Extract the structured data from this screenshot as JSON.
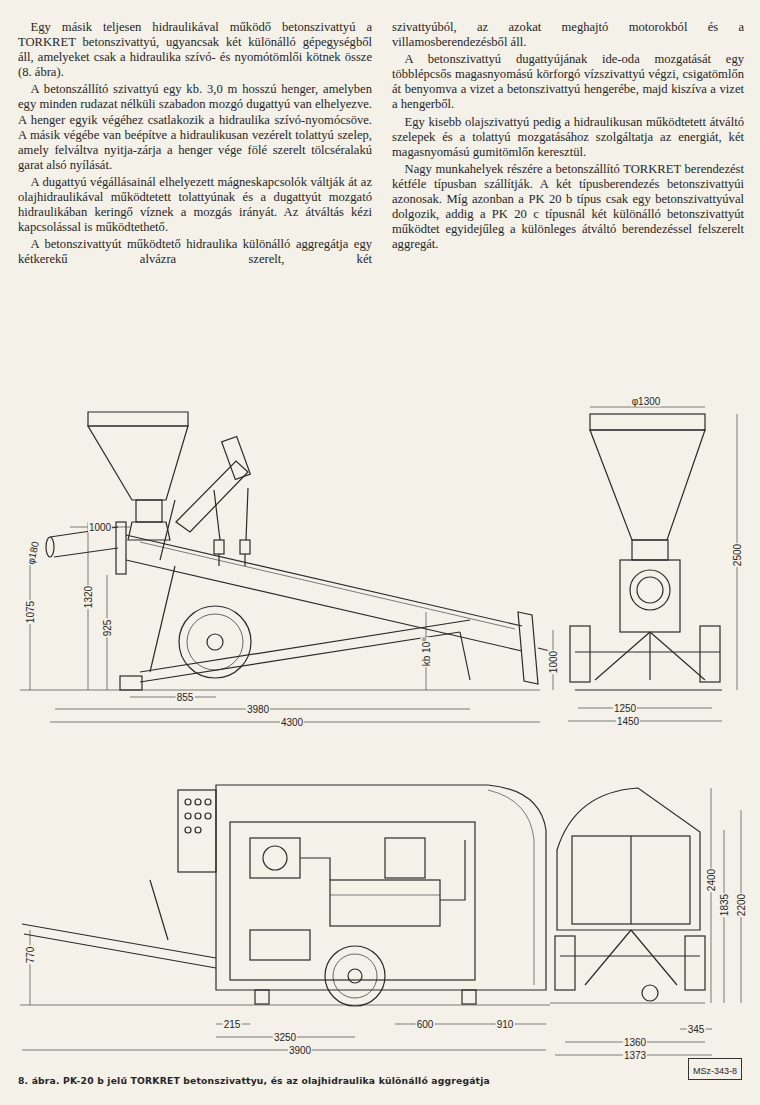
{
  "diagram": {
    "caption": "8. ábra. PK-20 b jelű TORKRET betonszivattyu, és az olajhidraulika különálló aggregátja",
    "nodes": [
      {
        "text": [
          "MSz-343-8"
        ]
      }
    ],
    "labels": [
      "Egy másik teljesen hidraulikával működő betonszivattyú a TORKRET betonszivattyú, ugyancsak két különálló gépegységből áll, amelyeket csak a hidraulika szívó- és nyomótömlői kötnek össze (8. ábra).",
      "A betonszállító szivattyú egy kb. 3,0 m hosszú henger, amelyben egy minden rudazat nélküli szabadon mozgó dugattyú van elhelyezve. A henger egyik végéhez csatlakozik a hidraulika szívó-nyomócsöve. A másik végébe van beépítve a hidraulikusan vezérelt tolattyú szelep, amely felváltva nyitja-zárja a henger vége fölé szerelt tölcséralakú garat alsó nyílását.",
      "A dugattyú végállásainál elhelyezett mágneskapcsolók váltják át az olajhidraulikával működtetett tolattyúnak és a dugattyút mozgató hidraulikában keringő víznek a mozgás irányát. Az átváltás kézi kapcsolással is működtethető.",
      "A betonszivattyút működtető hidraulika különálló aggregátja egy kétkerekű alvázra szerelt, két",
      "szivattyúból, az azokat meghajtó motorokból és a villamosberendezésből áll.",
      "A betonszivattyú dugattyújának ide-oda mozgatását egy többlépcsős magasnyomású körforgó vízszivattyú végzi, csigatömlőn át benyomva a vizet a betonszivattyú hengerébe, majd kiszíva a vizet a hengerből.",
      "Egy kisebb olajszivattyú pedig a hidraulikusan működtetett átváltó szelepek és a tolattyú mozgatásához szolgáltatja az energiát, két magasnyomású gumitömlőn keresztül.",
      "Nagy munkahelyek részére a betonszállító TORKRET berendezést kétféle típusban szállítják. A két típusberendezés betonszivattyúi azonosak. Míg azonban a PK 20 b típus csak egy betonszivattyúval dolgozik, addig a PK 20 c típusnál két különálló betonszivattyút működtet egyidejűleg a különleges átváltó berendezéssel felszerelt aggregát.",
      "φ1300",
      "1000",
      "φ180",
      "1075",
      "1320",
      "925",
      "kb 10°",
      "2500",
      "1000",
      "855",
      "3980",
      "4300",
      "1250",
      "1450",
      "2400",
      "1835",
      "2200",
      "770",
      "215",
      "600",
      "910",
      "3250",
      "1360",
      "345",
      "3900",
      "1373"
    ]
  }
}
